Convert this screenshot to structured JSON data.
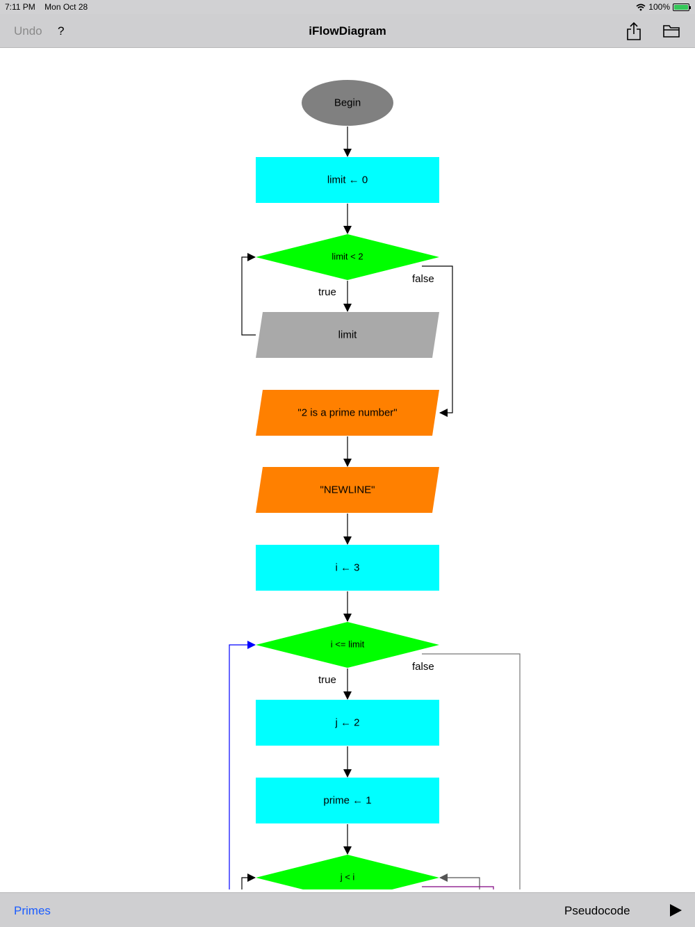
{
  "status_bar": {
    "time": "7:11 PM",
    "date": "Mon Oct 28",
    "battery": "100%",
    "icons": [
      "wifi-icon",
      "battery-icon"
    ]
  },
  "nav_bar": {
    "undo_label": "Undo",
    "help_label": "?",
    "title": "iFlowDiagram",
    "icons": [
      "share-icon",
      "folder-icon"
    ]
  },
  "colors": {
    "process": "#00ffff",
    "decision": "#00ff00",
    "input": "#a9a9a9",
    "output": "#ff8000",
    "terminal": "#808080",
    "loop_arrow": "#0000ff",
    "link_blue": "#1a5cff"
  },
  "flowchart": {
    "begin": "Begin",
    "assign_limit": "limit ← 0",
    "decision_limit": "limit < 2",
    "input_limit": "limit",
    "output_prime": "\"2 is a prime number\"",
    "output_newline": "\"NEWLINE\"",
    "assign_i": "i ← 3",
    "decision_i": "i <= limit",
    "assign_j": "j ← 2",
    "assign_prime": "prime ← 1",
    "decision_j": "j < i",
    "labels": {
      "true_1": "true",
      "false_1": "false",
      "true_2": "true",
      "false_2": "false"
    }
  },
  "bottom_bar": {
    "program_name": "Primes",
    "pseudocode_label": "Pseudocode",
    "icons": [
      "play-icon"
    ]
  }
}
